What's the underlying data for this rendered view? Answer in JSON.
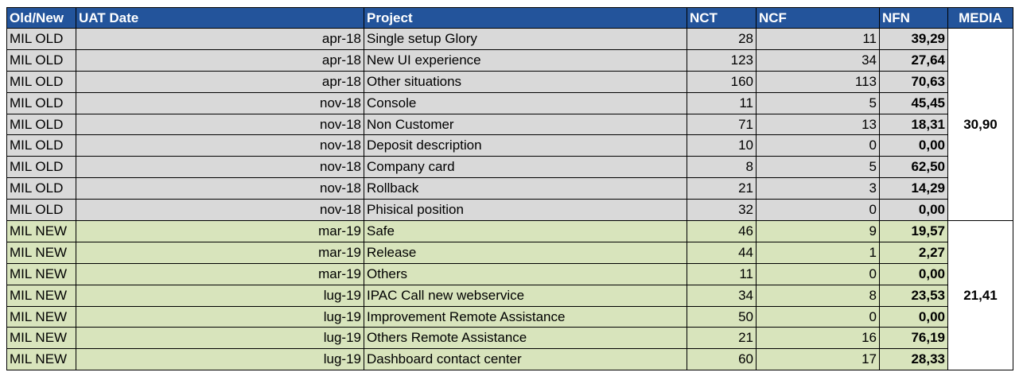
{
  "headers": [
    "Old/New",
    "UAT Date",
    "Project",
    "NCT",
    "NCF",
    "NFN",
    "MEDIA"
  ],
  "groups": [
    {
      "media": "30,90",
      "rows": [
        [
          "MIL OLD",
          "apr-18",
          "Single setup Glory",
          "28",
          "11",
          "39,29"
        ],
        [
          "MIL OLD",
          "apr-18",
          "New UI experience",
          "123",
          "34",
          "27,64"
        ],
        [
          "MIL OLD",
          "apr-18",
          "Other situations",
          "160",
          "113",
          "70,63"
        ],
        [
          "MIL OLD",
          "nov-18",
          "Console",
          "11",
          "5",
          "45,45"
        ],
        [
          "MIL OLD",
          "nov-18",
          "Non Customer",
          "71",
          "13",
          "18,31"
        ],
        [
          "MIL OLD",
          "nov-18",
          "Deposit description",
          "10",
          "0",
          "0,00"
        ],
        [
          "MIL OLD",
          "nov-18",
          "Company card",
          "8",
          "5",
          "62,50"
        ],
        [
          "MIL OLD",
          "nov-18",
          "Rollback",
          "21",
          "3",
          "14,29"
        ],
        [
          "MIL OLD",
          "nov-18",
          "Phisical position",
          "32",
          "0",
          "0,00"
        ]
      ]
    },
    {
      "media": "21,41",
      "rows": [
        [
          "MIL NEW",
          "mar-19",
          "Safe",
          "46",
          "9",
          "19,57"
        ],
        [
          "MIL NEW",
          "mar-19",
          "Release",
          "44",
          "1",
          "2,27"
        ],
        [
          "MIL NEW",
          "mar-19",
          "Others",
          "11",
          "0",
          "0,00"
        ],
        [
          "MIL NEW",
          "lug-19",
          "IPAC Call new webservice",
          "34",
          "8",
          "23,53"
        ],
        [
          "MIL NEW",
          "lug-19",
          "Improvement Remote Assistance",
          "50",
          "0",
          "0,00"
        ],
        [
          "MIL NEW",
          "lug-19",
          "Others Remote Assistance",
          "21",
          "16",
          "76,19"
        ],
        [
          "MIL NEW",
          "lug-19",
          "Dashboard contact center",
          "60",
          "17",
          "28,33"
        ]
      ]
    }
  ],
  "colors": {
    "header_bg": "#23549b",
    "header_text": "#ffffff",
    "old_row_bg": "#d9d9d9",
    "new_row_bg": "#d8e4bc"
  }
}
